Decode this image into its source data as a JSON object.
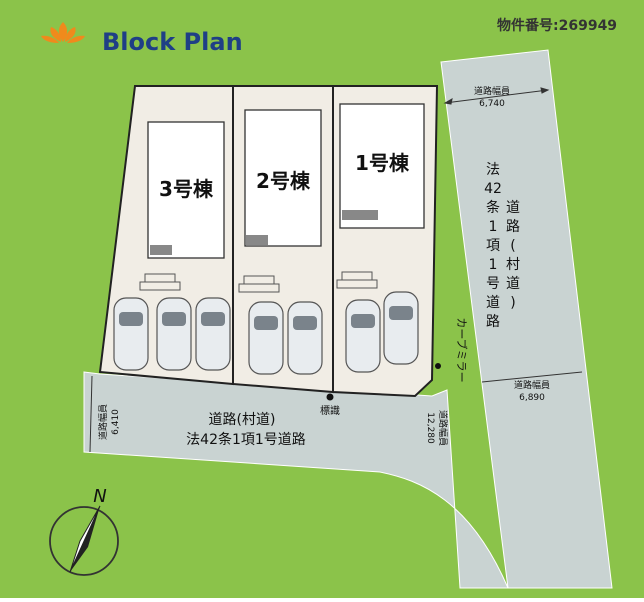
{
  "header": {
    "title": "Block Plan",
    "property_number": "物件番号:269949",
    "logo_icon": "lotus-icon"
  },
  "buildings": [
    {
      "label": "3号棟"
    },
    {
      "label": "2号棟"
    },
    {
      "label": "1号棟"
    }
  ],
  "roads": {
    "right_road_name_lines": [
      "法",
      "42",
      "条",
      "1",
      "項",
      "1",
      "号",
      "道",
      "路"
    ],
    "right_road_name_lines_2": [
      "道",
      "路",
      "(",
      "村",
      "道",
      ")"
    ],
    "bottom_road_name_line1": "道路(村道)",
    "bottom_road_name_line2": "法42条1項1号道路"
  },
  "road_widths": {
    "top_right": {
      "label": "道路幅員",
      "value": "6,740"
    },
    "right_middle": {
      "label": "道路幅員",
      "value": "6,890"
    },
    "left_bottom": {
      "label": "道路幅員",
      "value": "6,410"
    },
    "corner": {
      "label": "道路幅員",
      "value": "12,280"
    }
  },
  "annotations": {
    "curve_mirror": "カーブミラー",
    "sign": "標識"
  },
  "compass": {
    "label": "N"
  },
  "colors": {
    "background": "#8bc34a",
    "road": "#c9d3d2",
    "lot": "#f1ede5",
    "building": "#ffffff",
    "title": "#1f3f86",
    "logo": "#f08a1c"
  }
}
